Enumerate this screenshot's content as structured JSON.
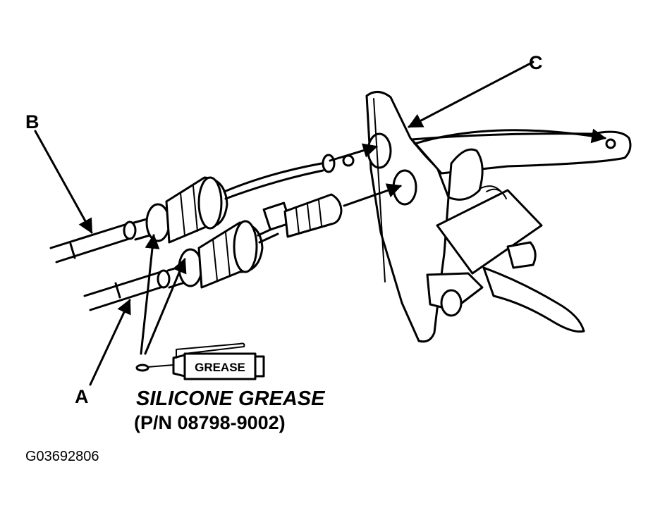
{
  "callouts": {
    "a": "A",
    "b": "B",
    "c": "C"
  },
  "grease": {
    "tube_label": "GREASE",
    "title": "SILICONE GREASE",
    "part_number": "(P/N 08798-9002)"
  },
  "figure_id": "G03692806"
}
